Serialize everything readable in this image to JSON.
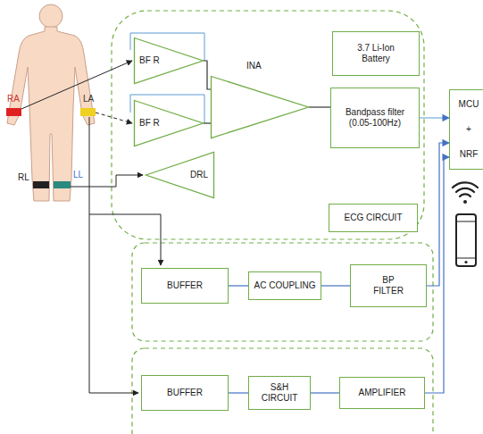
{
  "diagram": {
    "nodes": [
      {
        "text": [
          "BF R"
        ]
      },
      {
        "text": [
          "3.7 Li-Ion Battery"
        ]
      },
      {
        "text": [
          "BF R"
        ]
      },
      {
        "text": [
          "INA"
        ]
      },
      {
        "text": [
          "Bandpass filter (0.05-100Hz)"
        ]
      },
      {
        "text": [
          "MCU + NRF"
        ]
      },
      {
        "text": [
          "DRL"
        ]
      },
      {
        "text": [
          "ECG CIRCUIT"
        ]
      },
      {
        "text": [
          "BUFFER"
        ]
      },
      {
        "text": [
          "AC COUPLING"
        ]
      },
      {
        "text": [
          "BP FILTER"
        ]
      },
      {
        "text": [
          "BUFFER"
        ]
      },
      {
        "text": [
          "S&H CIRCUIT"
        ]
      },
      {
        "text": [
          "AMPLIFIER"
        ]
      }
    ],
    "edges": [
      {
        "from": 0,
        "to": 3,
        "arrow": "none"
      },
      {
        "from": 2,
        "to": 3,
        "arrow": "none"
      },
      {
        "from": 3,
        "to": 4,
        "arrow": "none"
      },
      {
        "from": 4,
        "to": 5,
        "arrow": "to"
      },
      {
        "from": 8,
        "to": 9,
        "arrow": "none"
      },
      {
        "from": 9,
        "to": 10,
        "arrow": "none"
      },
      {
        "from": 10,
        "to": 5,
        "arrow": "to"
      },
      {
        "from": 11,
        "to": 12,
        "arrow": "none"
      },
      {
        "from": 12,
        "to": 13,
        "arrow": "none"
      },
      {
        "from": 13,
        "to": 5,
        "arrow": "to"
      }
    ],
    "labels": [
      "RA",
      "LA",
      "RL",
      "LL"
    ]
  }
}
